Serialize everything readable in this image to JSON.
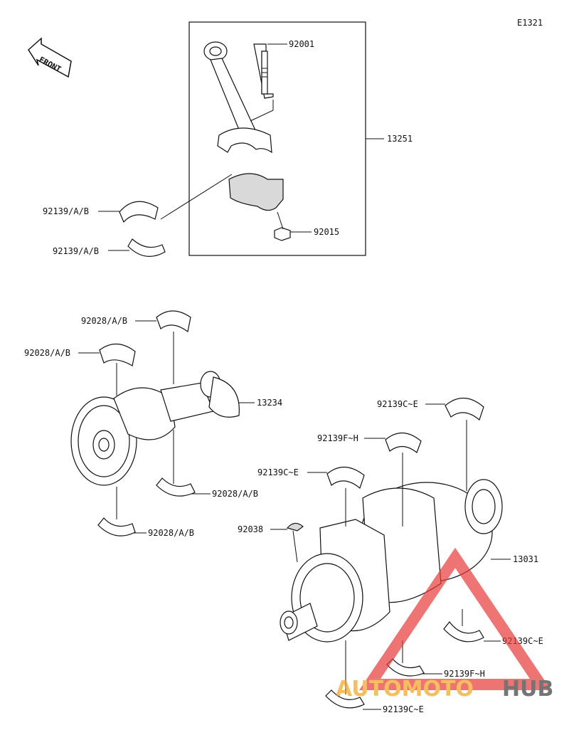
{
  "diagram_code": "E1321",
  "front_marker": "FRONT",
  "labels": {
    "conrod_bolt": "92001",
    "conrod_assy": "13251",
    "conrod_bearing_upper": "92139/A/B",
    "conrod_bearing_lower": "92139/A/B",
    "conrod_nut": "92015",
    "balancer_bearing_1": "92028/A/B",
    "balancer_bearing_2": "92028/A/B",
    "balancer_shaft": "13234",
    "balancer_bearing_3": "92028/A/B",
    "balancer_bearing_4": "92028/A/B",
    "main_bearing_top": "92139C~E",
    "thrust_bearing_top": "92139F~H",
    "main_bearing_left": "92139C~E",
    "woodruff_key": "92038",
    "crankshaft": "13031",
    "main_bearing_right": "92139C~E",
    "thrust_bearing_bottom": "92139F~H",
    "main_bearing_bottom": "92139C~E"
  },
  "watermark": {
    "part1": "AUTOMOTO",
    "part2": "HUB",
    "color_primary": "#f4a21f",
    "color_secondary": "#3a3a3a",
    "triangle_color": "#e83a3a"
  }
}
